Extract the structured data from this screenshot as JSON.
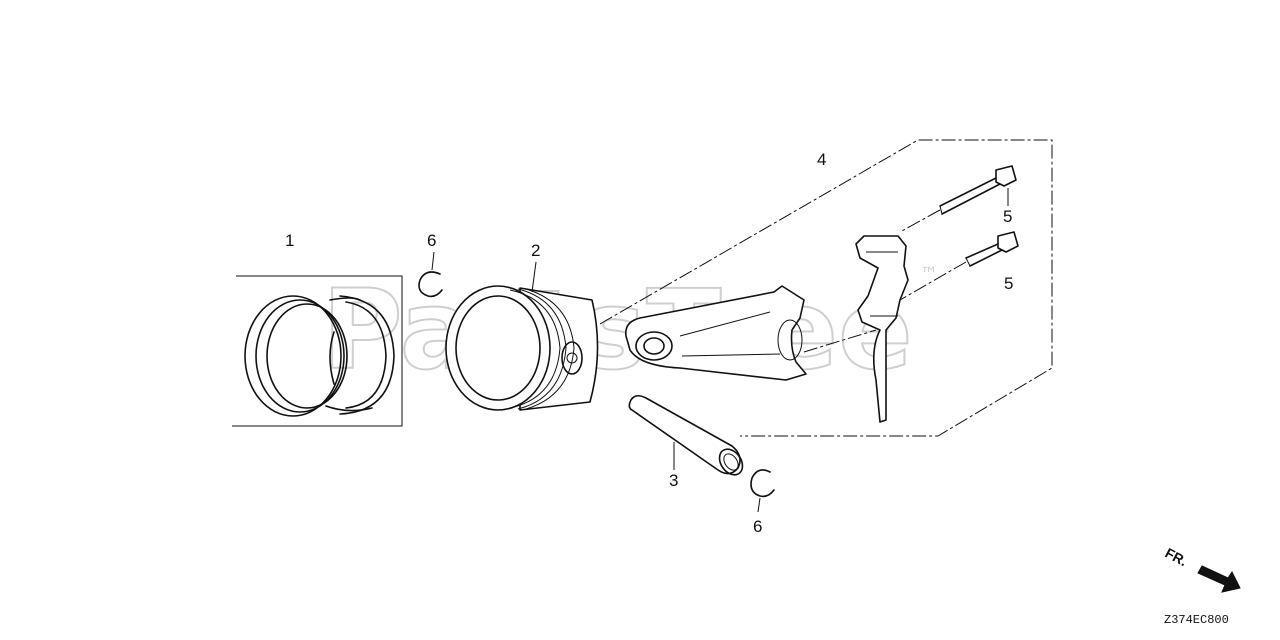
{
  "callouts": {
    "c1": "1",
    "c2": "2",
    "c3": "3",
    "c4": "4",
    "c5a": "5",
    "c5b": "5",
    "c6a": "6",
    "c6b": "6"
  },
  "watermark": {
    "text": "PartsTree",
    "tm": "™"
  },
  "direction_label": "FR.",
  "diagram_code": "Z374EC800",
  "icons": {
    "direction": "arrow-right-down-icon"
  },
  "colors": {
    "line": "#111111",
    "watermark": "#cfcfcf",
    "background": "#ffffff"
  }
}
